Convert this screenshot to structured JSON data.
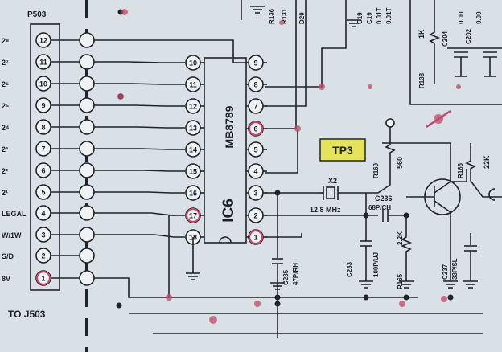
{
  "connector": {
    "ref": "P503",
    "pins": [
      "12",
      "11",
      "10",
      "9",
      "8",
      "7",
      "6",
      "5",
      "4",
      "3",
      "2",
      "1"
    ],
    "signals": [
      "2⁸",
      "2⁷",
      "2⁶",
      "2⁵",
      "2⁴",
      "2³",
      "2²",
      "2¹",
      "LEGAL",
      "W/1W",
      "S/D",
      "8V"
    ],
    "destination": "TO J503"
  },
  "ic": {
    "part": "MB8789",
    "ref": "IC6",
    "left_pins": [
      "10",
      "11",
      "12",
      "13",
      "14",
      "15",
      "16",
      "17",
      "18"
    ],
    "right_pins": [
      "9",
      "8",
      "7",
      "6",
      "5",
      "4",
      "3",
      "2",
      "1"
    ]
  },
  "crystal": {
    "ref": "X2",
    "freq": "12.8 MHz"
  },
  "testpoint": {
    "label": "TP3"
  },
  "components": {
    "c235": {
      "ref": "C235",
      "value": "47P/RH"
    },
    "c233": {
      "ref": "C233",
      "value": "100P/UJ"
    },
    "c236": {
      "ref": "C236",
      "value": "68P/CH"
    },
    "r165": {
      "ref": "R165",
      "value": "2.2K"
    },
    "r169": {
      "ref": "R169",
      "value": "560"
    },
    "r166": {
      "ref": "R166",
      "value": "22K"
    },
    "c237": {
      "ref": "C237",
      "value": "33P/SL"
    },
    "r138": {
      "ref": "R138"
    },
    "r1k": {
      "value": "1K"
    },
    "c204": {
      "ref": "C204"
    },
    "c202": {
      "ref": "C202"
    },
    "top_refs": [
      "R136",
      "R131",
      "D20",
      "C19",
      "C19",
      "0.01T",
      "0.01T",
      "0.00",
      "0.00"
    ]
  }
}
